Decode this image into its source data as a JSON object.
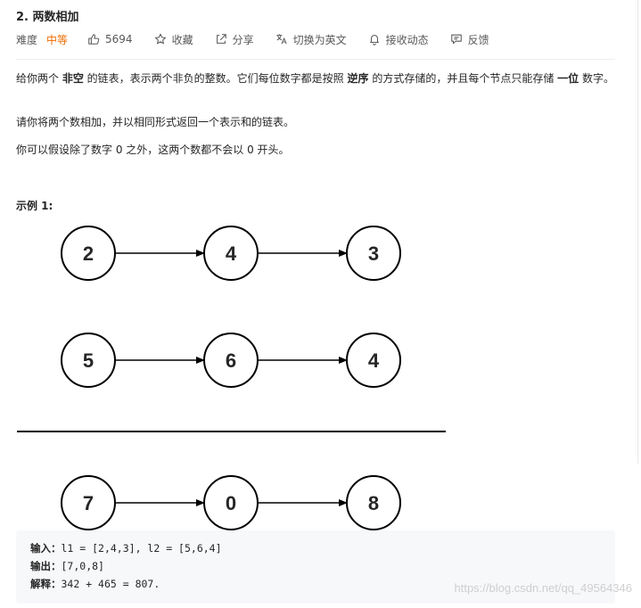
{
  "problem": {
    "title": "2. 两数相加",
    "difficulty_label": "难度",
    "difficulty_value": "中等",
    "likes": "5694",
    "favorite_label": "收藏",
    "share_label": "分享",
    "translate_label": "切换为英文",
    "subscribe_label": "接收动态",
    "feedback_label": "反馈"
  },
  "description": {
    "p1_part1": "给你两个 ",
    "p1_bold1": "非空",
    "p1_part2": " 的链表，表示两个非负的整数。它们每位数字都是按照 ",
    "p1_bold2": "逆序",
    "p1_part3": " 的方式存储的，并且每个节点只能存储 ",
    "p1_bold3": "一位",
    "p1_part4": " 数字。",
    "p2": "请你将两个数相加，并以相同形式返回一个表示和的链表。",
    "p3": "你可以假设除了数字 0 之外，这两个数都不会以 0 开头。"
  },
  "example": {
    "title": "示例 1:",
    "list1": [
      "2",
      "4",
      "3"
    ],
    "list2": [
      "5",
      "6",
      "4"
    ],
    "result": [
      "7",
      "0",
      "8"
    ],
    "input_label": "输入：",
    "input_value": "l1 = [2,4,3], l2 = [5,6,4]",
    "output_label": "输出：",
    "output_value": "[7,0,8]",
    "explain_label": "解释：",
    "explain_value": "342 + 465 = 807."
  },
  "watermark": "https://blog.csdn.net/qq_49564346",
  "colors": {
    "difficulty": "#ef6c00",
    "code_bg": "#f7f8fa"
  }
}
